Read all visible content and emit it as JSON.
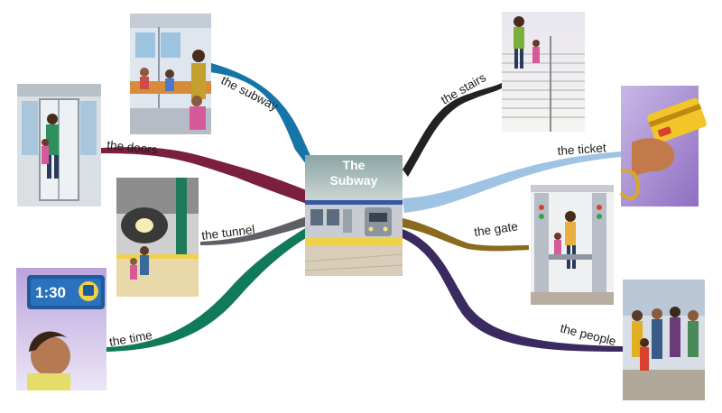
{
  "center": {
    "title_line1": "The",
    "title_line2": "Subway"
  },
  "branches": [
    {
      "id": "subway",
      "label": "the subway",
      "color": "#1575a8",
      "icon": "subway-car-interior-illustration"
    },
    {
      "id": "doors",
      "label": "the doors",
      "color": "#7a1f3d",
      "icon": "subway-doors-illustration"
    },
    {
      "id": "tunnel",
      "label": "the tunnel",
      "color": "#5f5f66",
      "icon": "subway-tunnel-illustration"
    },
    {
      "id": "time",
      "label": "the time",
      "color": "#117a5a",
      "icon": "clock-sign-illustration"
    },
    {
      "id": "stairs",
      "label": "the stairs",
      "color": "#222222",
      "icon": "stairs-illustration"
    },
    {
      "id": "ticket",
      "label": "the ticket",
      "color": "#9ec3e3",
      "icon": "ticket-card-illustration"
    },
    {
      "id": "gate",
      "label": "the gate",
      "color": "#8a6a1d",
      "icon": "turnstile-gate-illustration"
    },
    {
      "id": "people",
      "label": "the people",
      "color": "#3a2a60",
      "icon": "crowd-illustration"
    }
  ],
  "clock_sign_text": "1:30"
}
